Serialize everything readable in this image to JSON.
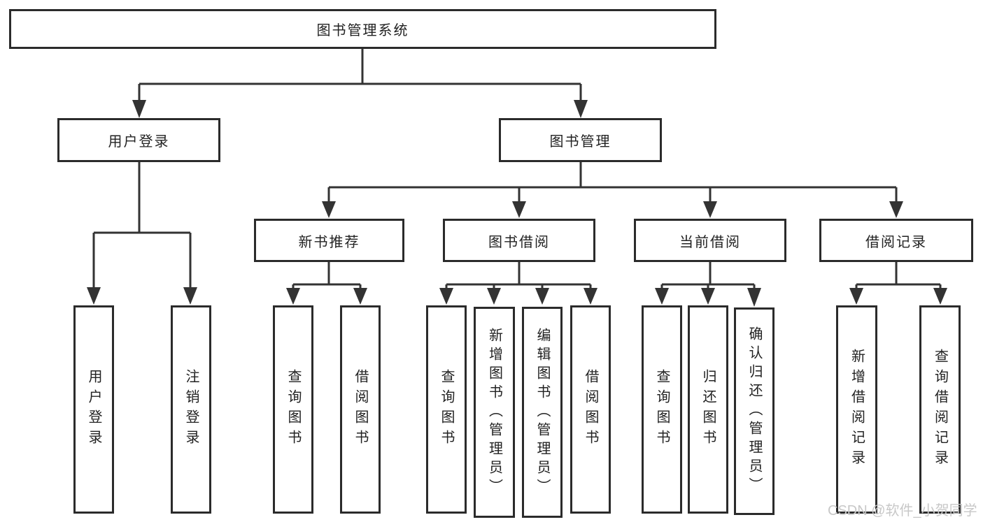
{
  "diagram_title": "图书管理系统",
  "watermark": "CSDN @软件_小贺同学",
  "colors": {
    "line": "#333333",
    "box_border": "#2b2b2b",
    "text": "#222222",
    "watermark": "#c8c8c8"
  },
  "nodes": {
    "root": {
      "label": "图书管理系统"
    },
    "user_login": {
      "label": "用户登录"
    },
    "book_mgmt": {
      "label": "图书管理"
    },
    "new_books": {
      "label": "新书推荐"
    },
    "book_borrow": {
      "label": "图书借阅"
    },
    "current_borrow": {
      "label": "当前借阅"
    },
    "borrow_records": {
      "label": "借阅记录"
    },
    "leaf_user_login": {
      "label": "用户登录"
    },
    "leaf_logout": {
      "label": "注销登录"
    },
    "nb_query_books": {
      "label": "查询图书"
    },
    "nb_borrow_books": {
      "label": "借阅图书"
    },
    "bb_query_books": {
      "label": "查询图书"
    },
    "bb_add_books": {
      "label": "新增图书（管理员）"
    },
    "bb_edit_books": {
      "label": "编辑图书（管理员）"
    },
    "bb_borrow_books": {
      "label": "借阅图书"
    },
    "cb_query_books": {
      "label": "查询图书"
    },
    "cb_return_books": {
      "label": "归还图书"
    },
    "cb_confirm_return": {
      "label": "确认归还（管理员）"
    },
    "br_add_record": {
      "label": "新增借阅记录"
    },
    "br_query_record": {
      "label": "查询借阅记录"
    }
  }
}
